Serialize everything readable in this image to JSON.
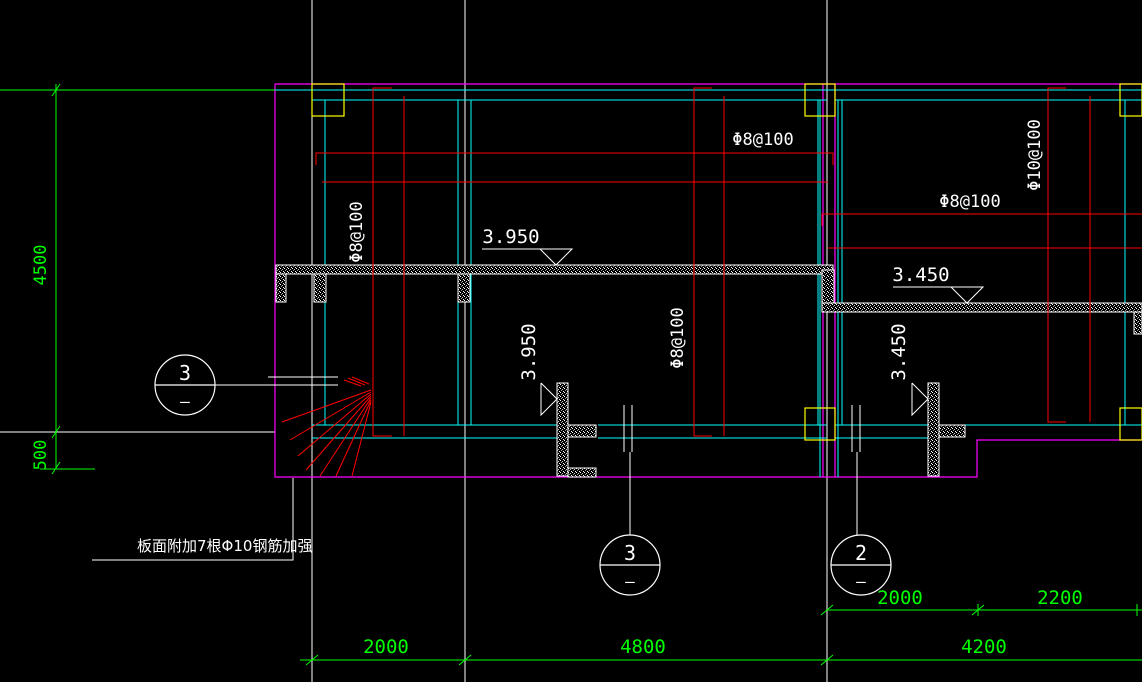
{
  "colors": {
    "background": "#000000",
    "axis": "#ffffff",
    "dimension": "#00ff00",
    "wall_outline": "#ff00ff",
    "inner_outline": "#00ffff",
    "rebar": "#ff0000",
    "column": "#ffff00",
    "text": "#ffffff"
  },
  "dimensions": {
    "left_4500": "4500",
    "left_500": "500",
    "bottom_2000": "2000",
    "bottom_4800": "4800",
    "bottom_4200": "4200",
    "right_2000": "2000",
    "right_2200": "2200"
  },
  "rebar_labels": {
    "top_middle": "Φ8@100",
    "top_right": "Φ8@100",
    "left_vertical": "Φ8@100",
    "middle_vertical": "Φ8@100",
    "right_vertical": "Φ10@100"
  },
  "elevations": {
    "slab_left": "3.950",
    "slab_right": "3.450",
    "section_left": "3.950",
    "section_right": "3.450"
  },
  "section_marks": {
    "left_number": "3",
    "left_sheet": "—",
    "bottom_middle_number": "3",
    "bottom_middle_sheet": "—",
    "bottom_right_number": "2",
    "bottom_right_sheet": "—"
  },
  "note": "板面附加7根Φ10钢筋加强"
}
